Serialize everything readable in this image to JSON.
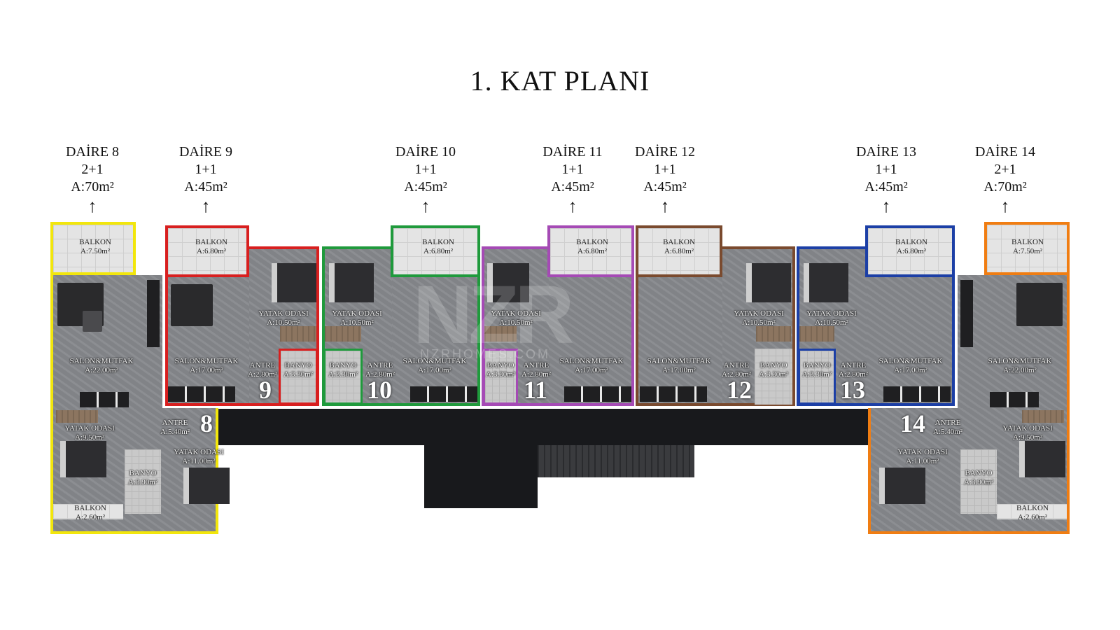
{
  "title": "1. KAT PLANI",
  "units": [
    {
      "name": "DAİRE 8",
      "type": "2+1",
      "area": "A:70m²"
    },
    {
      "name": "DAİRE 9",
      "type": "1+1",
      "area": "A:45m²"
    },
    {
      "name": "DAİRE 10",
      "type": "1+1",
      "area": "A:45m²"
    },
    {
      "name": "DAİRE 11",
      "type": "1+1",
      "area": "A:45m²"
    },
    {
      "name": "DAİRE 12",
      "type": "1+1",
      "area": "A:45m²"
    },
    {
      "name": "DAİRE 13",
      "type": "1+1",
      "area": "A:45m²"
    },
    {
      "name": "DAİRE 14",
      "type": "2+1",
      "area": "A:70m²"
    }
  ],
  "arrow": "↑",
  "numbers": [
    "8",
    "9",
    "10",
    "11",
    "12",
    "13",
    "14"
  ],
  "rooms": {
    "balkon": "BALKON",
    "salon": "SALON&MUTFAK",
    "yatak": "YATAK ODASI",
    "banyo": "BANYO",
    "antre": "ANTRE"
  },
  "areas": {
    "balkon_large": "A:7.50m²",
    "balkon_mid": "A:6.80m²",
    "balkon_small": "A:2.60m²",
    "salon_large": "A:22.00m²",
    "salon_mid": "A:17.00m²",
    "yatak_a": "A:10.50m²",
    "yatak_b": "A:9.50m²",
    "yatak_c": "A:11.00m²",
    "banyo_a": "A:3.30m²",
    "banyo_b": "A:3.90m²",
    "antre_a": "A:2.80m²",
    "antre_b": "A:5.40m²"
  },
  "watermark": "NZR",
  "watermark_sub": "NZRHOMES.COM",
  "colors": {
    "daire8": "#f2e60c",
    "daire9": "#d81f1f",
    "daire10": "#1f9a3c",
    "daire11": "#a54ab5",
    "daire12": "#7a4a2e",
    "daire13": "#1c3fa6",
    "daire14": "#f07d12"
  }
}
